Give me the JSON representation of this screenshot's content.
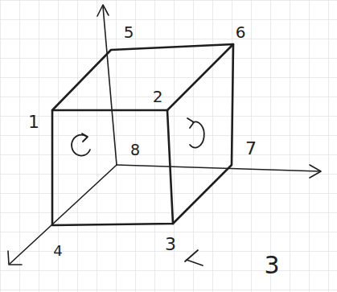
{
  "diagram": {
    "labels": [
      "5",
      "6",
      "1",
      "2",
      "8",
      "7",
      "4",
      "3",
      "3"
    ]
  }
}
